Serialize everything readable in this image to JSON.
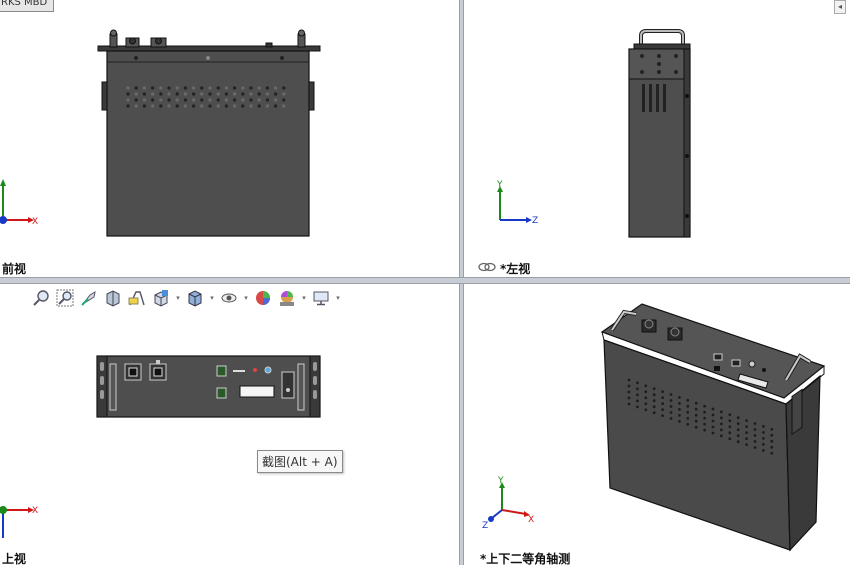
{
  "app": {
    "mbd_tab": "RKS MBD"
  },
  "viewports": {
    "front": {
      "label": "前视"
    },
    "left": {
      "label": "*左视"
    },
    "top": {
      "label": "上视"
    },
    "iso": {
      "label": "*上下二等角轴测"
    }
  },
  "triad": {
    "x": "X",
    "y": "Y",
    "z": "Z"
  },
  "toolbar": {
    "icons": [
      "zoom-to-fit-icon",
      "zoom-to-area-icon",
      "previous-view-icon",
      "section-view-icon",
      "dynamic-annotation-icon",
      "view-orientation-icon",
      "display-style-icon",
      "hide-show-icon",
      "edit-appearance-icon",
      "apply-scene-icon",
      "view-settings-icon"
    ]
  },
  "tooltip": {
    "text": "截图(Alt + A)"
  },
  "colors": {
    "body": "#4e4e4e",
    "body_dark": "#3a3a3a",
    "edge": "#111111",
    "axis_x": "#d01818",
    "axis_y": "#1a8a1a",
    "axis_z": "#1838c8",
    "splitter": "#c8ccd4"
  }
}
